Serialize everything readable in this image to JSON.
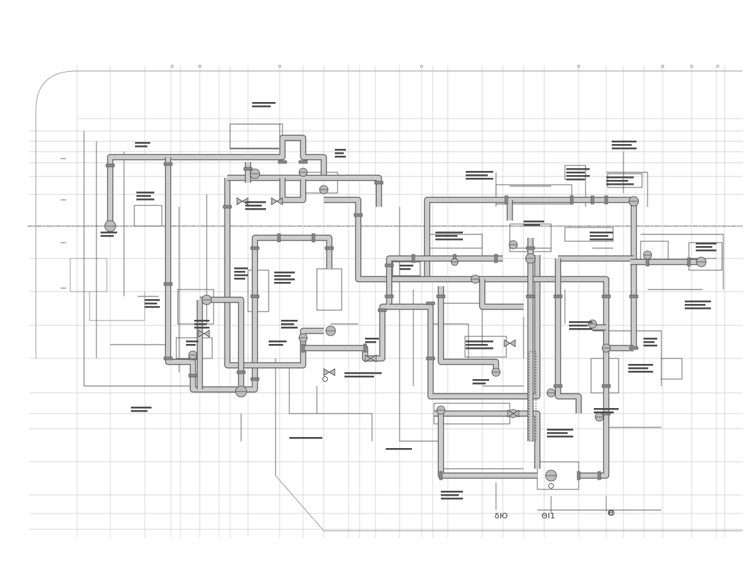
{
  "drawing": {
    "type": "piping-schematic",
    "colors": {
      "background": "#ffffff",
      "grid": "#c9c9c9",
      "pipe_outline": "#6d6d6d",
      "pipe_fill": "#cdcdcd",
      "linework": "#5a5a5a"
    },
    "bottom_tags": [
      {
        "id": "tag-1",
        "text": "δЮ"
      },
      {
        "id": "tag-2",
        "text": "ΘI1"
      },
      {
        "id": "tag-3",
        "text": "Θ"
      }
    ]
  }
}
